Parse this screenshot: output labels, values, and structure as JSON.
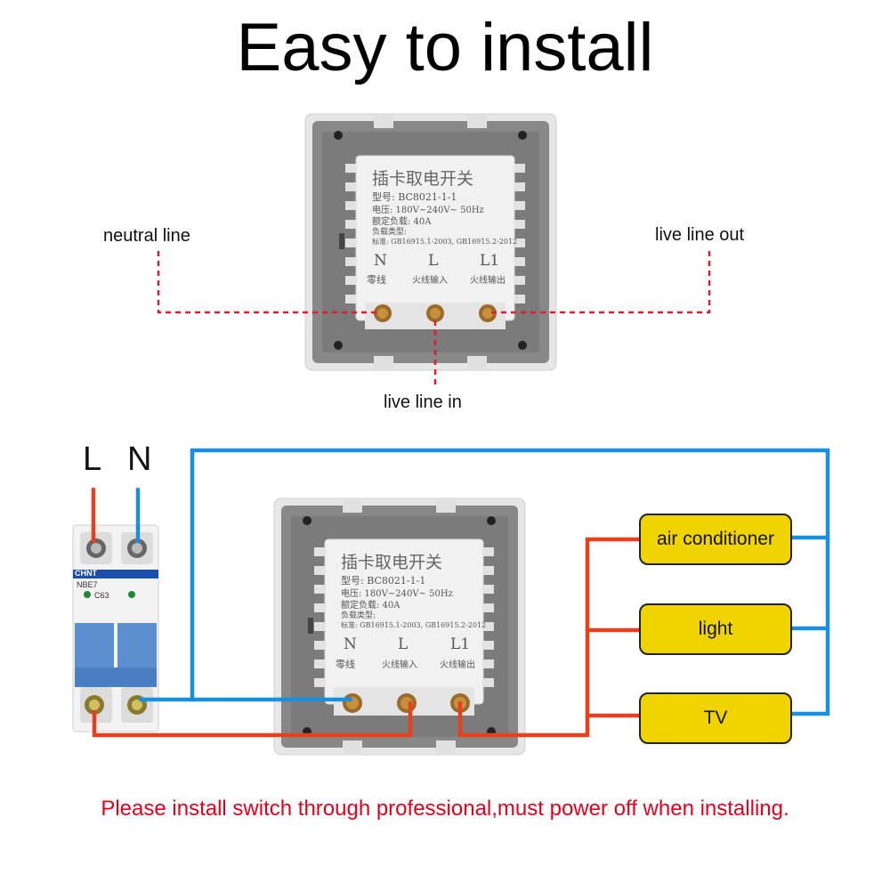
{
  "title": "Easy to install",
  "callouts": {
    "neutral": "neutral line",
    "live_out": "live line out",
    "live_in": "live line in"
  },
  "switch_module": {
    "name": "插卡取电开关",
    "model": "型号:  BC8021-1-1",
    "voltage": "电压: 180V~240V~   50Hz",
    "rated_load": "额定负载:    40A",
    "load_type": "负载类型:",
    "standard": "标准: GB16915.1-2003, GB16915.2-2012",
    "terminals": [
      "N",
      "L",
      "L1"
    ],
    "terminal_labels": [
      "零线",
      "火线输入",
      "火线输出"
    ]
  },
  "breaker": {
    "brand": "CHNT",
    "model": "NBE7",
    "rating": "C63",
    "label_L": "L",
    "label_N": "N"
  },
  "loads": [
    "air conditioner",
    "light",
    "TV"
  ],
  "warning": "Please install switch through professional,must power off when installing.",
  "colors": {
    "live": "#e8401a",
    "neutral": "#1a8fe0",
    "dashed": "#d81e2a",
    "load_fill": "#f0d400",
    "warning": "#e8001a"
  }
}
